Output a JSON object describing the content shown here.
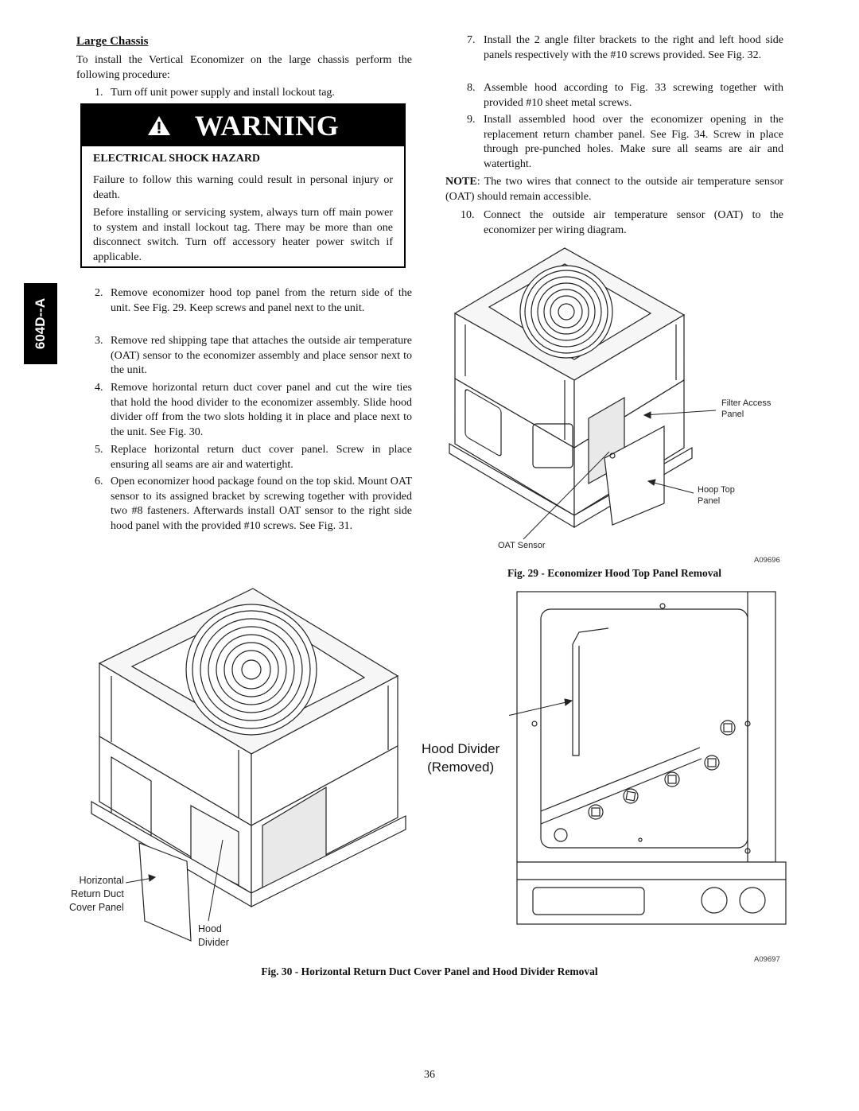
{
  "side_tab": "604D--A",
  "left": {
    "heading": "Large Chassis",
    "intro": "To install the Vertical Economizer on the large chassis perform the following procedure:",
    "step1": {
      "num": "1.",
      "text": "Turn off unit power supply and install lockout tag."
    },
    "warning": {
      "banner": "WARNING",
      "title": "ELECTRICAL SHOCK HAZARD",
      "para1": "Failure to follow this warning could result in personal injury or death.",
      "para2": "Before installing or servicing system, always turn off main power to system and install lockout tag. There may be more than one disconnect switch. Turn off accessory heater power switch if applicable."
    },
    "steps": [
      {
        "num": "2.",
        "text": "Remove economizer hood top panel from the return side of the unit. See Fig. 29. Keep screws and panel next to the unit."
      },
      {
        "num": "3.",
        "text": "Remove red shipping tape that attaches the outside air temperature (OAT) sensor to the economizer assembly and place sensor next to the unit."
      },
      {
        "num": "4.",
        "text": "Remove horizontal return duct cover panel and cut the wire ties that hold the hood divider to the economizer assembly. Slide hood divider off from the two slots holding it in place and place next to the unit. See Fig. 30."
      },
      {
        "num": "5.",
        "text": "Replace horizontal return duct cover panel. Screw in place ensuring all seams are air and watertight."
      },
      {
        "num": "6.",
        "text": "Open economizer hood package found on the top skid. Mount OAT sensor to its assigned bracket by screwing together with provided two #8 fasteners. Afterwards install OAT sensor to the right side hood panel with the provided #10 screws. See Fig. 31."
      }
    ]
  },
  "right": {
    "steps": [
      {
        "num": "7.",
        "text": "Install the 2 angle filter brackets to the right and left hood side panels respectively with the #10 screws provided. See Fig. 32."
      },
      {
        "num": "8.",
        "text": "Assemble hood according to Fig. 33 screwing together with provided #10 sheet metal screws."
      },
      {
        "num": "9.",
        "text": "Install assembled hood over the economizer opening in the replacement return chamber panel. See Fig. 34. Screw in place through pre-punched holes. Make sure all seams are air and watertight."
      }
    ],
    "note_label": "NOTE",
    "note_text": ": The two wires that connect to the outside air temperature sensor (OAT) should remain accessible.",
    "step10": {
      "num": "10.",
      "text": "Connect the outside air temperature sensor (OAT) to the economizer per wiring diagram."
    }
  },
  "fig29": {
    "labels": {
      "filter_access": "Filter Access\nPanel",
      "hoop_top": "Hoop Top\nPanel",
      "oat_sensor": "OAT Sensor"
    },
    "id": "A09696",
    "caption": "Fig. 29 - Economizer Hood Top Panel Removal"
  },
  "fig30": {
    "labels": {
      "horizontal": "Horizontal\nReturn Duct\nCover Panel",
      "hood_divider": "Hood\nDivider",
      "hood_divider_removed": "Hood Divider\n(Removed)"
    },
    "id": "A09697",
    "caption": "Fig. 30 - Horizontal Return Duct Cover Panel and Hood Divider Removal"
  },
  "page_number": "36"
}
